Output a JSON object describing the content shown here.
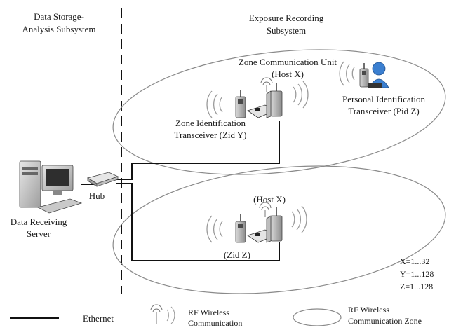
{
  "subsystems": {
    "left_line1": "Data Storage-",
    "left_line2": "Analysis Subsystem",
    "right_line1": "Exposure Recording",
    "right_line2": "Subsystem"
  },
  "zone_top": {
    "host_line1": "Zone Communication Unit",
    "host_line2": "(Host X)",
    "zid_line1": "Zone Identification",
    "zid_line2": "Transceiver (Zid Y)",
    "pid_line1": "Personal Identification",
    "pid_line2": "Transceiver (Pid Z)"
  },
  "zone_bottom": {
    "host": "(Host X)",
    "zid": "(Zid Z)"
  },
  "hub_label": "Hub",
  "server": {
    "line1": "Data Receiving",
    "line2": "Server"
  },
  "ranges": [
    "X=1...32",
    "Y=1...128",
    "Z=1...128"
  ],
  "legend": {
    "ethernet": "Ethernet",
    "rf_line1": "RF Wireless",
    "rf_line2": "Communication",
    "zone_line1": "RF Wireless",
    "zone_line2": "Communication Zone"
  },
  "colors": {
    "line": "#111111",
    "ellipse": "#8a8a8a",
    "wave": "#9a9a9a",
    "person": "#3b7fd0"
  }
}
